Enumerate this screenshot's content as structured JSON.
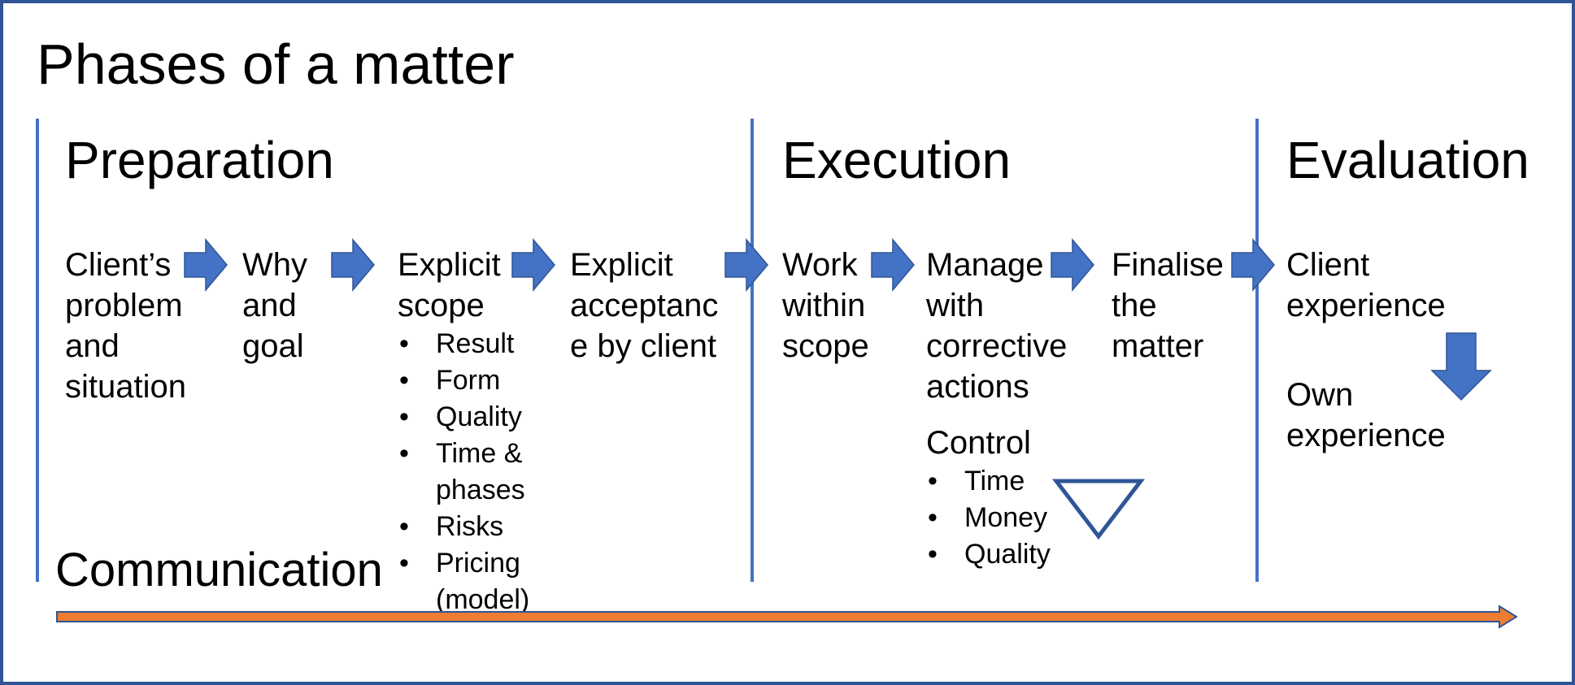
{
  "title": "Phases of a matter",
  "phases": {
    "preparation": "Preparation",
    "execution": "Execution",
    "evaluation": "Evaluation"
  },
  "steps": {
    "client_problem": [
      "Client’s",
      "problem",
      "and",
      "situation"
    ],
    "why_goal": [
      "Why",
      "and",
      "goal"
    ],
    "explicit_scope": {
      "heading": [
        "Explicit",
        "scope"
      ],
      "items": [
        "Result",
        "Form",
        "Quality",
        "Time &",
        "phases",
        "Risks",
        "Pricing",
        "(model)"
      ]
    },
    "explicit_acceptance": [
      "Explicit",
      "acceptanc",
      "e by client"
    ],
    "work_within_scope": [
      "Work",
      "within",
      "scope"
    ],
    "manage_corrective": [
      "Manage",
      "with",
      "corrective",
      "actions"
    ],
    "control": {
      "heading": "Control",
      "items": [
        "Time",
        "Money",
        "Quality"
      ]
    },
    "finalise": [
      "Finalise",
      "the",
      "matter"
    ],
    "client_experience": [
      "Client",
      "experience"
    ],
    "own_experience": [
      "Own",
      "experience"
    ]
  },
  "communication": "Communication",
  "colors": {
    "frame": "#2f5597",
    "divider": "#4472c4",
    "arrow_fill": "#4472c4",
    "arrow_stroke": "#2f5597",
    "timeline_fill": "#ed7d31",
    "timeline_stroke": "#2f5597",
    "triangle_stroke": "#2f5597"
  },
  "icons": {
    "step_arrow": "right-block-arrow-icon",
    "down_arrow": "down-block-arrow-icon",
    "triangle": "triangle-down-icon",
    "timeline": "timeline-arrow-icon"
  }
}
